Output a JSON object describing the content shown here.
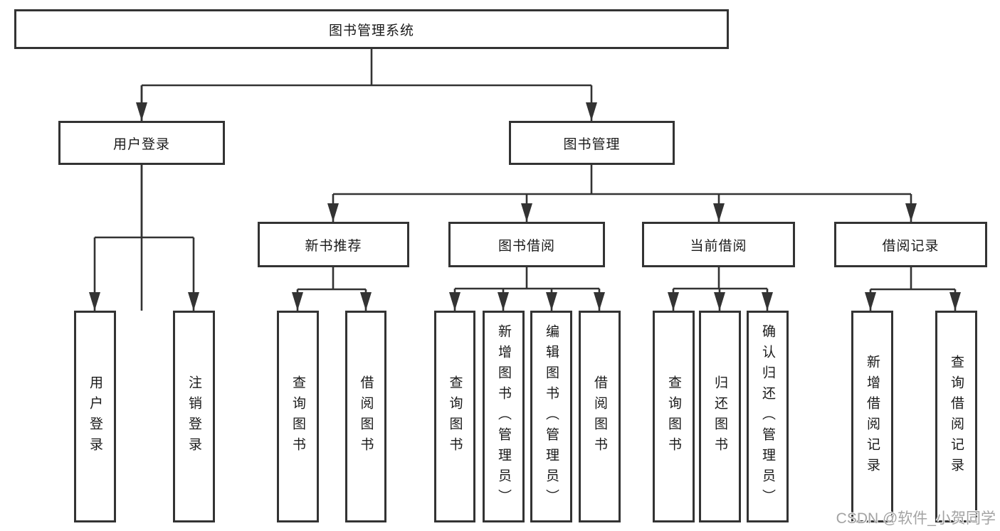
{
  "diagram": {
    "title": "图书管理系统",
    "branches": [
      {
        "label": "用户登录",
        "children": [
          {
            "label": "用户登录"
          },
          {
            "label": "注销登录"
          }
        ]
      },
      {
        "label": "图书管理",
        "children": [
          {
            "label": "新书推荐",
            "children": [
              {
                "label": "查询图书"
              },
              {
                "label": "借阅图书"
              }
            ]
          },
          {
            "label": "图书借阅",
            "children": [
              {
                "label": "查询图书"
              },
              {
                "label": "新增图书（管理员）"
              },
              {
                "label": "编辑图书（管理员）"
              },
              {
                "label": "借阅图书"
              }
            ]
          },
          {
            "label": "当前借阅",
            "children": [
              {
                "label": "查询图书"
              },
              {
                "label": "归还图书"
              },
              {
                "label": "确认归还（管理员）"
              }
            ]
          },
          {
            "label": "借阅记录",
            "children": [
              {
                "label": "新增借阅记录"
              },
              {
                "label": "查询借阅记录"
              }
            ]
          }
        ]
      }
    ]
  },
  "colors": {
    "line": "#333333",
    "text": "#1a1a1a",
    "watermark": "#a3a3a3",
    "background": "#ffffff"
  },
  "watermark": {
    "text": "CSDN @软件_小贺同学"
  }
}
